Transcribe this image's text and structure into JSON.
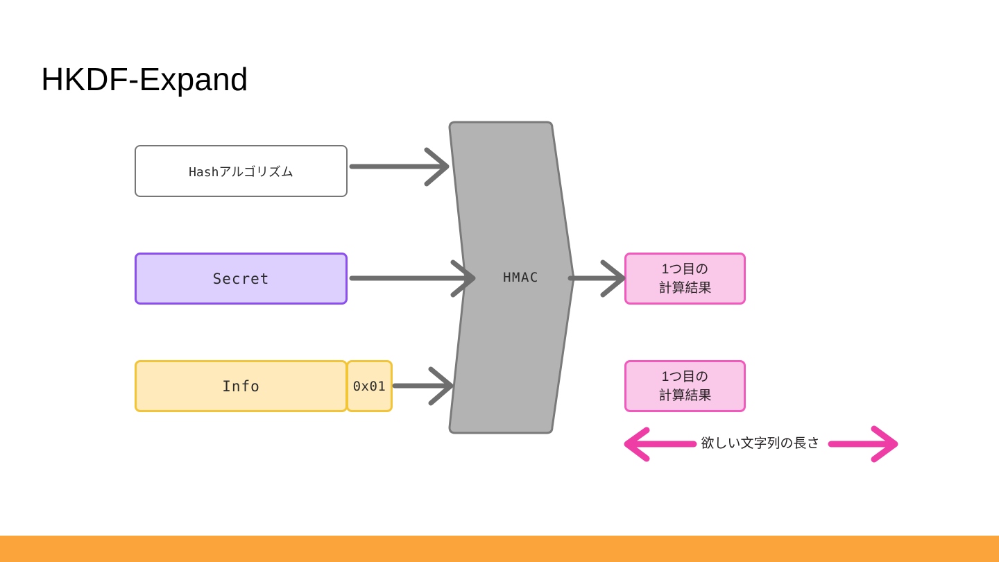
{
  "slide": {
    "title": "HKDF-Expand",
    "background_color": "#ffffff",
    "bottom_bar_color": "#fba43c"
  },
  "inputs": [
    {
      "id": "hash",
      "label": "Hashアルゴリズム",
      "fill": "#ffffff",
      "border": "#767676"
    },
    {
      "id": "secret",
      "label": "Secret",
      "fill": "#ddd0fe",
      "border": "#8b4ff0"
    },
    {
      "id": "info",
      "label": "Info",
      "fill": "#feeaba",
      "border": "#f2c438"
    },
    {
      "id": "counter",
      "label": "0x01",
      "fill": "#feeaba",
      "border": "#f2c438"
    }
  ],
  "processor": {
    "label": "HMAC",
    "fill": "#b3b3b3",
    "border": "#7a7a7a"
  },
  "outputs": [
    {
      "id": "result-1",
      "label": "1つ目の\n計算結果",
      "fill": "#fac8e8",
      "border": "#f259bd"
    },
    {
      "id": "result-2",
      "label": "1つ目の\n計算結果",
      "fill": "#fac8e8",
      "border": "#f259bd"
    }
  ],
  "measure": {
    "label": "欲しい文字列の長さ",
    "arrow_color": "#ee3ea5"
  },
  "arrows": {
    "color": "#6e6e6e",
    "items": [
      {
        "name": "hash-to-hmac",
        "from": "hash",
        "to": "hmac"
      },
      {
        "name": "secret-to-hmac",
        "from": "secret",
        "to": "hmac"
      },
      {
        "name": "info-to-hmac",
        "from": "counter",
        "to": "hmac"
      },
      {
        "name": "hmac-to-result-1",
        "from": "hmac",
        "to": "result-1"
      }
    ]
  }
}
